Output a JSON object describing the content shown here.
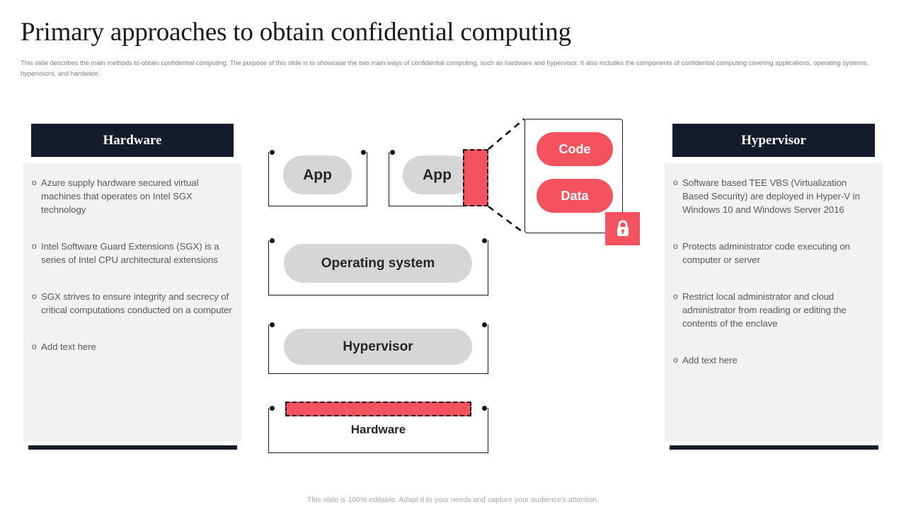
{
  "slide": {
    "title": "Primary approaches to obtain confidential computing",
    "subtitle": "This slide describes the main methods to obtain confidential computing. The purpose of this slide is to showcase the two main ways of confidential computing, such as hardware and hypervisor. It also includes the components of confidential computing covering applications, operating systems, hypervisors, and hardware.",
    "footer": "This slide is 100% editable. Adapt it to your needs and capture your audience's attention."
  },
  "colors": {
    "header_navy": "#141b2b",
    "accent_red": "#f4525e",
    "panel_bg": "#f2f2f2",
    "pill_gray": "#d6d6d6",
    "text_gray": "#5a5a5a"
  },
  "panels": [
    {
      "title": "Hardware",
      "bullet_marker": "o",
      "bullets": [
        "Azure supply hardware secured virtual machines that operates on Intel SGX technology",
        "Intel Software Guard Extensions (SGX) is a series of Intel CPU architectural extensions",
        "SGX strives to ensure integrity and secrecy of critical computations conducted on a computer",
        "Add text here"
      ]
    },
    {
      "title": "Hypervisor",
      "bullet_marker": "o",
      "bullets": [
        "Software based TEE VBS (Virtualization Based Security) are deployed in Hyper-V in Windows 10 and Windows Server 2016",
        "Protects administrator code executing on computer or server",
        "Restrict local administrator and cloud administrator from reading or editing the contents of the enclave",
        "Add text here"
      ]
    }
  ],
  "diagram": {
    "app_left_label": "App",
    "app_right_label": "App",
    "os_label": "Operating system",
    "hypervisor_label": "Hypervisor",
    "hardware_label": "Hardware",
    "enclave": {
      "code_label": "Code",
      "data_label": "Data",
      "lock_icon": "lock-icon"
    }
  }
}
